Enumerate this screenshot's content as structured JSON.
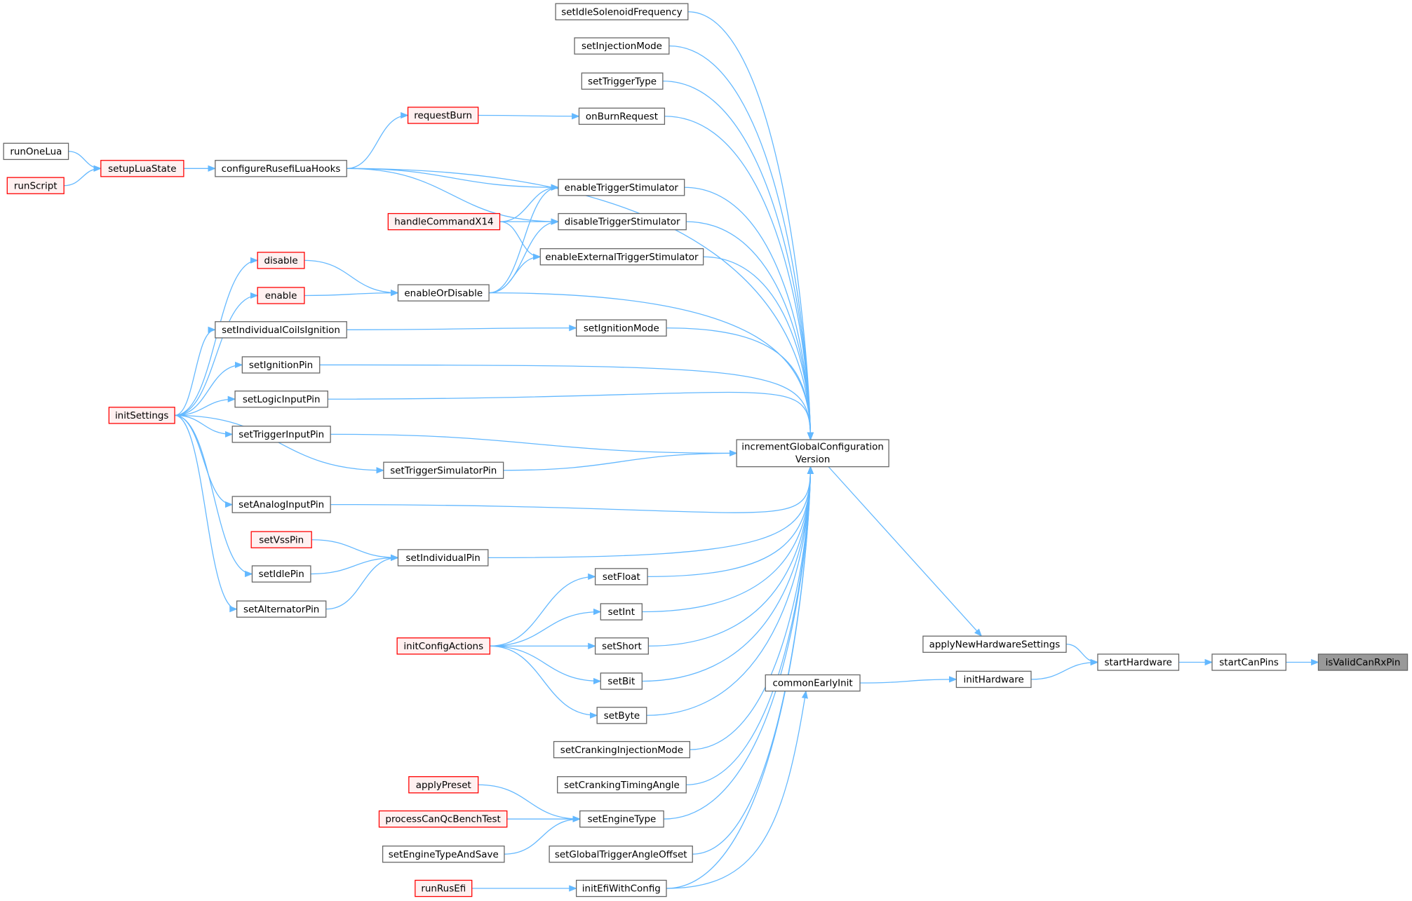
{
  "graph": {
    "colors": {
      "edge": "#63b8ff",
      "red_border": "#ff0000",
      "highlight_fill": "#999999",
      "border": "#666666"
    },
    "nodes": [
      {
        "id": "isValidCanRxPin",
        "lines": [
          "isValidCanRxPin"
        ],
        "style": "highlight"
      },
      {
        "id": "startCanPins",
        "lines": [
          "startCanPins"
        ],
        "style": "normal"
      },
      {
        "id": "startHardware",
        "lines": [
          "startHardware"
        ],
        "style": "normal"
      },
      {
        "id": "applyNewHardwareSettings",
        "lines": [
          "applyNewHardwareSettings"
        ],
        "style": "normal"
      },
      {
        "id": "initHardware",
        "lines": [
          "initHardware"
        ],
        "style": "normal"
      },
      {
        "id": "commonEarlyInit",
        "lines": [
          "commonEarlyInit"
        ],
        "style": "normal"
      },
      {
        "id": "incrementGlobalConfigurationVersion",
        "lines": [
          "incrementGlobalConfiguration",
          "Version"
        ],
        "style": "normal"
      },
      {
        "id": "setIdleSolenoidFrequency",
        "lines": [
          "setIdleSolenoidFrequency"
        ],
        "style": "normal"
      },
      {
        "id": "setInjectionMode",
        "lines": [
          "setInjectionMode"
        ],
        "style": "normal"
      },
      {
        "id": "setTriggerType",
        "lines": [
          "setTriggerType"
        ],
        "style": "normal"
      },
      {
        "id": "onBurnRequest",
        "lines": [
          "onBurnRequest"
        ],
        "style": "normal"
      },
      {
        "id": "requestBurn",
        "lines": [
          "requestBurn"
        ],
        "style": "red"
      },
      {
        "id": "enableTriggerStimulator",
        "lines": [
          "enableTriggerStimulator"
        ],
        "style": "normal"
      },
      {
        "id": "disableTriggerStimulator",
        "lines": [
          "disableTriggerStimulator"
        ],
        "style": "normal"
      },
      {
        "id": "enableExternalTriggerStimulator",
        "lines": [
          "enableExternalTriggerStimulator"
        ],
        "style": "normal"
      },
      {
        "id": "setIgnitionMode",
        "lines": [
          "setIgnitionMode"
        ],
        "style": "normal"
      },
      {
        "id": "setFloat",
        "lines": [
          "setFloat"
        ],
        "style": "normal"
      },
      {
        "id": "setInt",
        "lines": [
          "setInt"
        ],
        "style": "normal"
      },
      {
        "id": "setShort",
        "lines": [
          "setShort"
        ],
        "style": "normal"
      },
      {
        "id": "setBit",
        "lines": [
          "setBit"
        ],
        "style": "normal"
      },
      {
        "id": "setByte",
        "lines": [
          "setByte"
        ],
        "style": "normal"
      },
      {
        "id": "setCrankingInjectionMode",
        "lines": [
          "setCrankingInjectionMode"
        ],
        "style": "normal"
      },
      {
        "id": "setCrankingTimingAngle",
        "lines": [
          "setCrankingTimingAngle"
        ],
        "style": "normal"
      },
      {
        "id": "setEngineType",
        "lines": [
          "setEngineType"
        ],
        "style": "normal"
      },
      {
        "id": "setGlobalTriggerAngleOffset",
        "lines": [
          "setGlobalTriggerAngleOffset"
        ],
        "style": "normal"
      },
      {
        "id": "initEfiWithConfig",
        "lines": [
          "initEfiWithConfig"
        ],
        "style": "normal"
      },
      {
        "id": "runRusEfi",
        "lines": [
          "runRusEfi"
        ],
        "style": "red"
      },
      {
        "id": "applyPreset",
        "lines": [
          "applyPreset"
        ],
        "style": "red"
      },
      {
        "id": "processCanQcBenchTest",
        "lines": [
          "processCanQcBenchTest"
        ],
        "style": "red"
      },
      {
        "id": "setEngineTypeAndSave",
        "lines": [
          "setEngineTypeAndSave"
        ],
        "style": "normal"
      },
      {
        "id": "initConfigActions",
        "lines": [
          "initConfigActions"
        ],
        "style": "red"
      },
      {
        "id": "setIndividualPin",
        "lines": [
          "setIndividualPin"
        ],
        "style": "normal"
      },
      {
        "id": "setVssPin",
        "lines": [
          "setVssPin"
        ],
        "style": "red"
      },
      {
        "id": "setIdlePin",
        "lines": [
          "setIdlePin"
        ],
        "style": "normal"
      },
      {
        "id": "setAlternatorPin",
        "lines": [
          "setAlternatorPin"
        ],
        "style": "normal"
      },
      {
        "id": "setAnalogInputPin",
        "lines": [
          "setAnalogInputPin"
        ],
        "style": "normal"
      },
      {
        "id": "setTriggerSimulatorPin",
        "lines": [
          "setTriggerSimulatorPin"
        ],
        "style": "normal"
      },
      {
        "id": "setTriggerInputPin",
        "lines": [
          "setTriggerInputPin"
        ],
        "style": "normal"
      },
      {
        "id": "setLogicInputPin",
        "lines": [
          "setLogicInputPin"
        ],
        "style": "normal"
      },
      {
        "id": "setIgnitionPin",
        "lines": [
          "setIgnitionPin"
        ],
        "style": "normal"
      },
      {
        "id": "setIndividualCoilsIgnition",
        "lines": [
          "setIndividualCoilsIgnition"
        ],
        "style": "normal"
      },
      {
        "id": "enable",
        "lines": [
          "enable"
        ],
        "style": "red"
      },
      {
        "id": "disable",
        "lines": [
          "disable"
        ],
        "style": "red"
      },
      {
        "id": "enableOrDisable",
        "lines": [
          "enableOrDisable"
        ],
        "style": "normal"
      },
      {
        "id": "handleCommandX14",
        "lines": [
          "handleCommandX14"
        ],
        "style": "red"
      },
      {
        "id": "configureRusefiLuaHooks",
        "lines": [
          "configureRusefiLuaHooks"
        ],
        "style": "normal"
      },
      {
        "id": "setupLuaState",
        "lines": [
          "setupLuaState"
        ],
        "style": "red"
      },
      {
        "id": "runOneLua",
        "lines": [
          "runOneLua"
        ],
        "style": "normal"
      },
      {
        "id": "runScript",
        "lines": [
          "runScript"
        ],
        "style": "red"
      },
      {
        "id": "initSettings",
        "lines": [
          "initSettings"
        ],
        "style": "red"
      }
    ],
    "edges": [
      [
        "startCanPins",
        "isValidCanRxPin"
      ],
      [
        "startHardware",
        "startCanPins"
      ],
      [
        "applyNewHardwareSettings",
        "startHardware"
      ],
      [
        "initHardware",
        "startHardware"
      ],
      [
        "incrementGlobalConfigurationVersion",
        "applyNewHardwareSettings"
      ],
      [
        "commonEarlyInit",
        "initHardware"
      ],
      [
        "initEfiWithConfig",
        "commonEarlyInit"
      ],
      [
        "runRusEfi",
        "initEfiWithConfig"
      ],
      [
        "setIdleSolenoidFrequency",
        "incrementGlobalConfigurationVersion"
      ],
      [
        "setInjectionMode",
        "incrementGlobalConfigurationVersion"
      ],
      [
        "setTriggerType",
        "incrementGlobalConfigurationVersion"
      ],
      [
        "onBurnRequest",
        "incrementGlobalConfigurationVersion"
      ],
      [
        "configureRusefiLuaHooks",
        "incrementGlobalConfigurationVersion"
      ],
      [
        "enableTriggerStimulator",
        "incrementGlobalConfigurationVersion"
      ],
      [
        "disableTriggerStimulator",
        "incrementGlobalConfigurationVersion"
      ],
      [
        "enableExternalTriggerStimulator",
        "incrementGlobalConfigurationVersion"
      ],
      [
        "enableOrDisable",
        "incrementGlobalConfigurationVersion"
      ],
      [
        "setIgnitionMode",
        "incrementGlobalConfigurationVersion"
      ],
      [
        "setIgnitionPin",
        "incrementGlobalConfigurationVersion"
      ],
      [
        "setLogicInputPin",
        "incrementGlobalConfigurationVersion"
      ],
      [
        "setTriggerInputPin",
        "incrementGlobalConfigurationVersion"
      ],
      [
        "setTriggerSimulatorPin",
        "incrementGlobalConfigurationVersion"
      ],
      [
        "setAnalogInputPin",
        "incrementGlobalConfigurationVersion"
      ],
      [
        "setIndividualPin",
        "incrementGlobalConfigurationVersion"
      ],
      [
        "setFloat",
        "incrementGlobalConfigurationVersion"
      ],
      [
        "setInt",
        "incrementGlobalConfigurationVersion"
      ],
      [
        "setShort",
        "incrementGlobalConfigurationVersion"
      ],
      [
        "setBit",
        "incrementGlobalConfigurationVersion"
      ],
      [
        "setByte",
        "incrementGlobalConfigurationVersion"
      ],
      [
        "setCrankingInjectionMode",
        "incrementGlobalConfigurationVersion"
      ],
      [
        "setCrankingTimingAngle",
        "incrementGlobalConfigurationVersion"
      ],
      [
        "setEngineType",
        "incrementGlobalConfigurationVersion"
      ],
      [
        "setGlobalTriggerAngleOffset",
        "incrementGlobalConfigurationVersion"
      ],
      [
        "initEfiWithConfig",
        "incrementGlobalConfigurationVersion"
      ],
      [
        "requestBurn",
        "onBurnRequest"
      ],
      [
        "configureRusefiLuaHooks",
        "requestBurn"
      ],
      [
        "setupLuaState",
        "configureRusefiLuaHooks"
      ],
      [
        "runOneLua",
        "setupLuaState"
      ],
      [
        "runScript",
        "setupLuaState"
      ],
      [
        "configureRusefiLuaHooks",
        "enableTriggerStimulator"
      ],
      [
        "configureRusefiLuaHooks",
        "disableTriggerStimulator"
      ],
      [
        "handleCommandX14",
        "enableTriggerStimulator"
      ],
      [
        "handleCommandX14",
        "disableTriggerStimulator"
      ],
      [
        "handleCommandX14",
        "enableExternalTriggerStimulator"
      ],
      [
        "enableOrDisable",
        "enableTriggerStimulator"
      ],
      [
        "enableOrDisable",
        "disableTriggerStimulator"
      ],
      [
        "enableOrDisable",
        "enableExternalTriggerStimulator"
      ],
      [
        "disable",
        "enableOrDisable"
      ],
      [
        "enable",
        "enableOrDisable"
      ],
      [
        "initSettings",
        "disable"
      ],
      [
        "initSettings",
        "enable"
      ],
      [
        "initSettings",
        "setIndividualCoilsIgnition"
      ],
      [
        "initSettings",
        "setIgnitionPin"
      ],
      [
        "initSettings",
        "setLogicInputPin"
      ],
      [
        "initSettings",
        "setTriggerInputPin"
      ],
      [
        "initSettings",
        "setTriggerSimulatorPin"
      ],
      [
        "initSettings",
        "setAnalogInputPin"
      ],
      [
        "initSettings",
        "setIdlePin"
      ],
      [
        "initSettings",
        "setAlternatorPin"
      ],
      [
        "setIndividualCoilsIgnition",
        "setIgnitionMode"
      ],
      [
        "setVssPin",
        "setIndividualPin"
      ],
      [
        "setIdlePin",
        "setIndividualPin"
      ],
      [
        "setAlternatorPin",
        "setIndividualPin"
      ],
      [
        "initConfigActions",
        "setFloat"
      ],
      [
        "initConfigActions",
        "setInt"
      ],
      [
        "initConfigActions",
        "setShort"
      ],
      [
        "initConfigActions",
        "setBit"
      ],
      [
        "initConfigActions",
        "setByte"
      ],
      [
        "applyPreset",
        "setEngineType"
      ],
      [
        "processCanQcBenchTest",
        "setEngineType"
      ],
      [
        "setEngineTypeAndSave",
        "setEngineType"
      ]
    ]
  }
}
